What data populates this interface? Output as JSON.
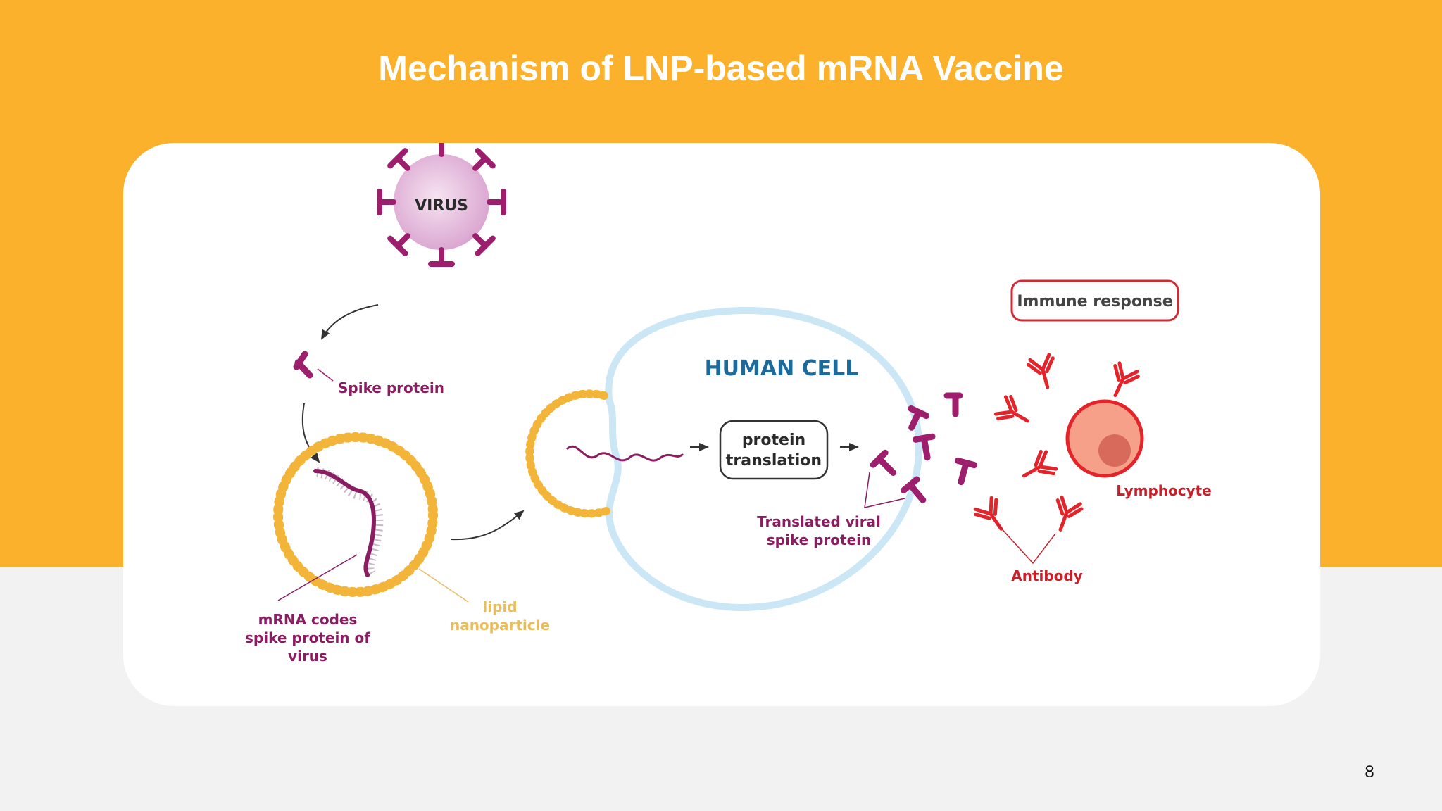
{
  "slide": {
    "title": "Mechanism of LNP-based mRNA Vaccine",
    "page_number": "8"
  },
  "diagram": {
    "virus_label": "VIRUS",
    "spike_protein_label": "Spike protein",
    "human_cell_label": "HUMAN CELL",
    "protein_translation_line1": "protein",
    "protein_translation_line2": "translation",
    "translated_viral_line1": "Translated viral",
    "translated_viral_line2": "spike protein",
    "immune_response_label": "Immune response",
    "lymphocyte_label": "Lymphocyte",
    "antibody_label": "Antibody",
    "mrna_line1": "mRNA codes",
    "mrna_line2": "spike protein of",
    "mrna_line3": "virus",
    "lipid_line1": "lipid",
    "lipid_line2": "nanoparticle"
  },
  "colors": {
    "banner": "#fbb12b",
    "spike": "#9c1e6c",
    "virus_body": "#e3b6dc",
    "lipid": "#f2b53a",
    "cell_membrane": "#cbe6f5",
    "human_cell_text": "#1d6b9b",
    "antibody": "#e3242b",
    "lymphocyte_body": "#f6a089",
    "label_purple": "#8a1c62",
    "label_red": "#c8202a",
    "label_gold": "#e9bd5e"
  }
}
